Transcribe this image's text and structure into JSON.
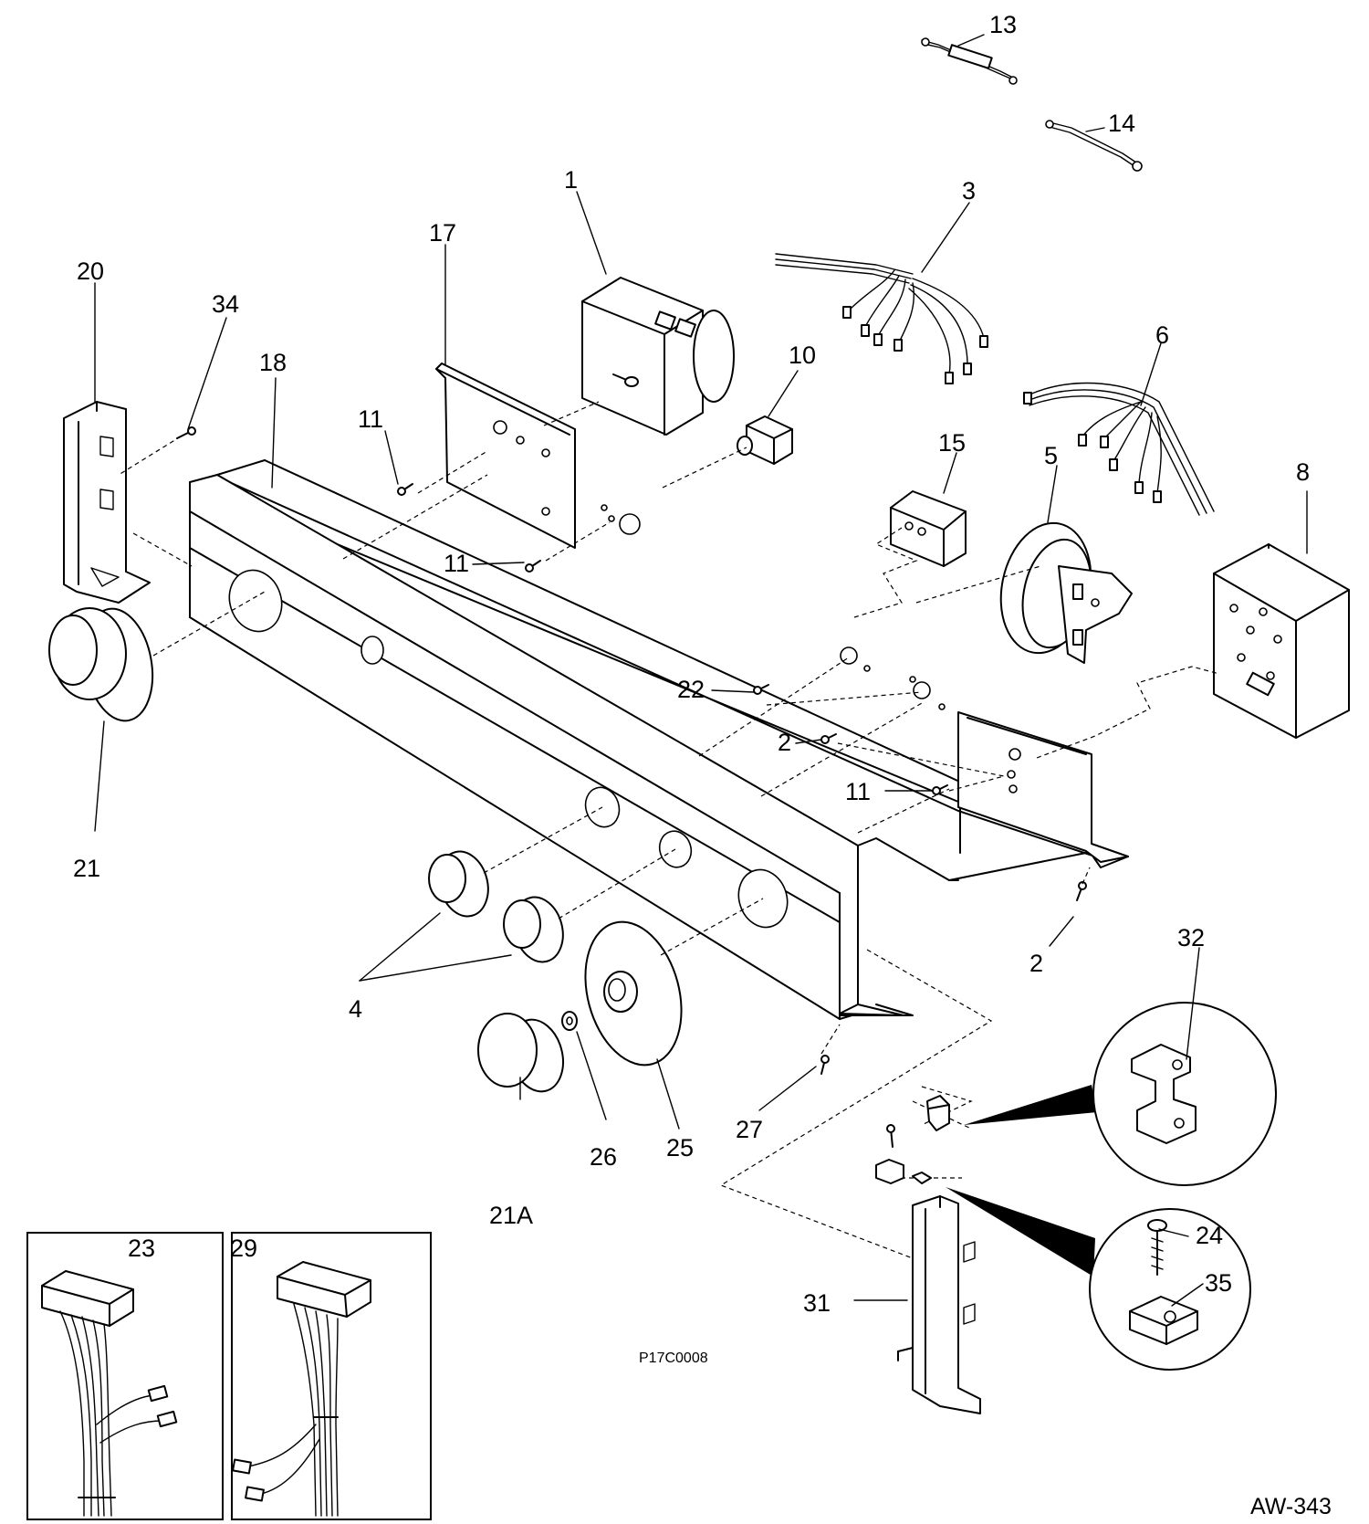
{
  "callouts": {
    "c1": "1",
    "c2a": "2",
    "c2b": "2",
    "c3": "3",
    "c4": "4",
    "c5": "5",
    "c6": "6",
    "c8": "8",
    "c10": "10",
    "c11a": "11",
    "c11b": "11",
    "c11c": "11",
    "c13": "13",
    "c14": "14",
    "c15": "15",
    "c17": "17",
    "c18": "18",
    "c20": "20",
    "c21": "21",
    "c21a": "21A",
    "c22": "22",
    "c23": "23",
    "c24": "24",
    "c25": "25",
    "c26": "26",
    "c27": "27",
    "c29": "29",
    "c31": "31",
    "c32": "32",
    "c34": "34",
    "c35": "35"
  },
  "drawing_code": "P17C0008",
  "page_code": "AW-343"
}
